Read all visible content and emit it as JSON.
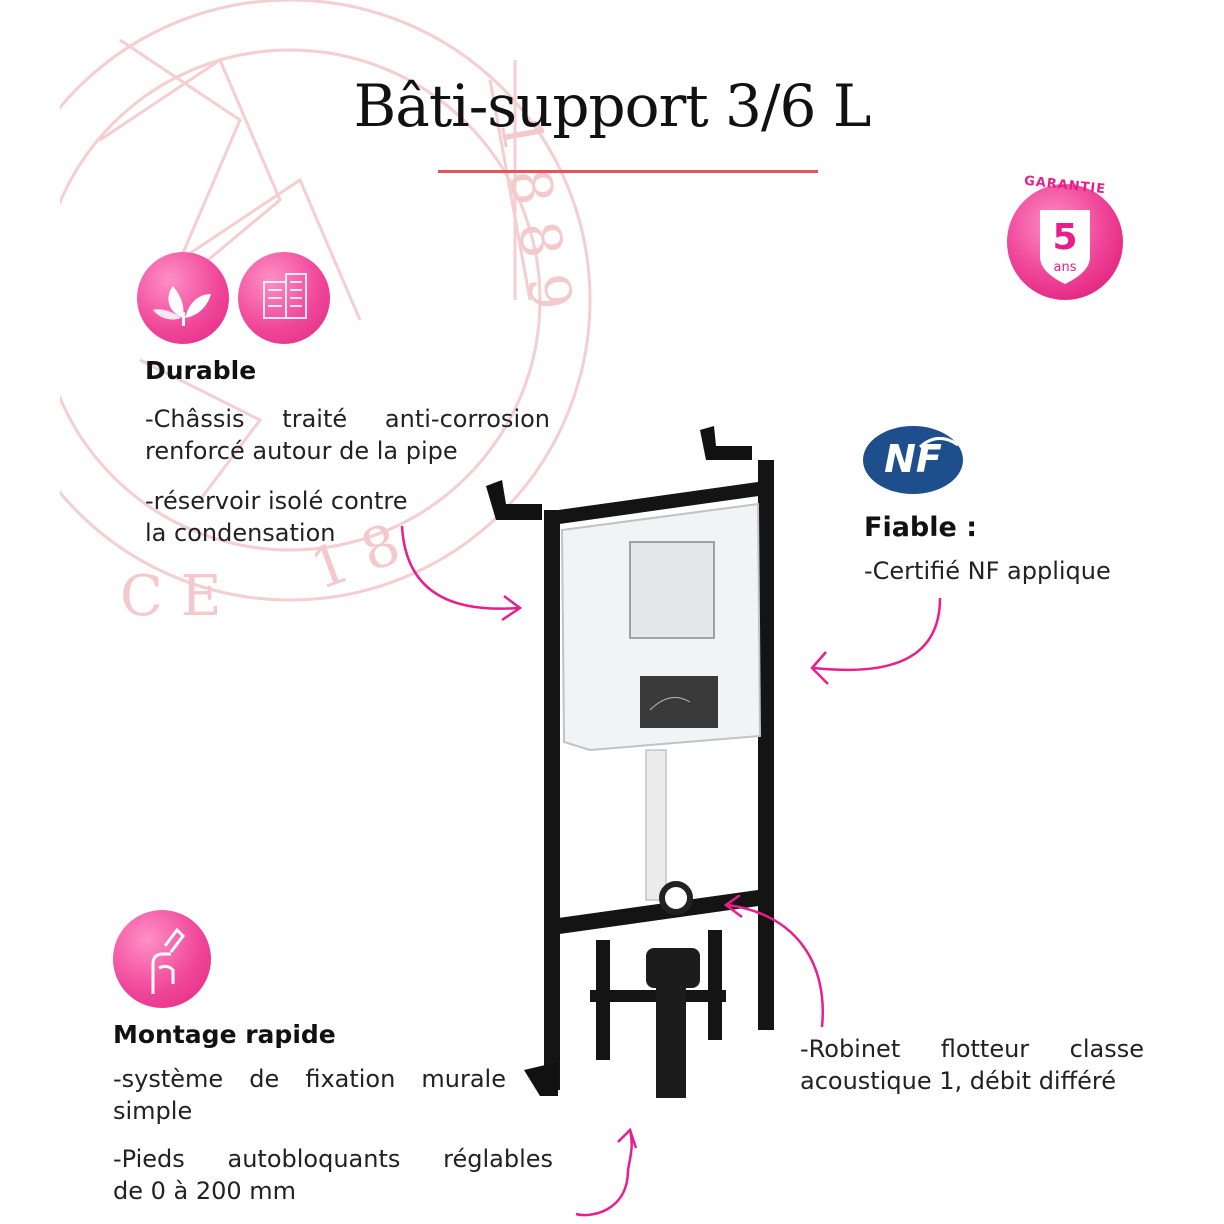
{
  "title": "Bâti-support 3/6 L",
  "warranty": {
    "top_label": "GARANTIE",
    "years": "5",
    "unit": "ans"
  },
  "durable": {
    "heading": "Durable",
    "line1a": "-Châssis traité anti-corrosion",
    "line1b": "renforcé autour de la pipe",
    "line2a": "-réservoir isolé contre",
    "line2b": "la condensation",
    "icons": [
      "leaf-icon",
      "building-icon"
    ]
  },
  "fiable": {
    "logo_text": "NF",
    "heading": "Fiable :",
    "line1": "-Certifié NF applique"
  },
  "montage": {
    "heading": "Montage rapide",
    "line1a": "-système de fixation murale",
    "line1b": "simple",
    "line2a": "-Pieds autobloquants réglables",
    "line2b": "de 0 à 200 mm",
    "icon": "hand-tool-icon"
  },
  "robinet": {
    "line1": "-Robinet flotteur classe",
    "line2": "acoustique 1, débit différé"
  },
  "colors": {
    "accent": "#e91e8c",
    "rule": "#e0555e",
    "nf_blue": "#1f4e8c"
  }
}
